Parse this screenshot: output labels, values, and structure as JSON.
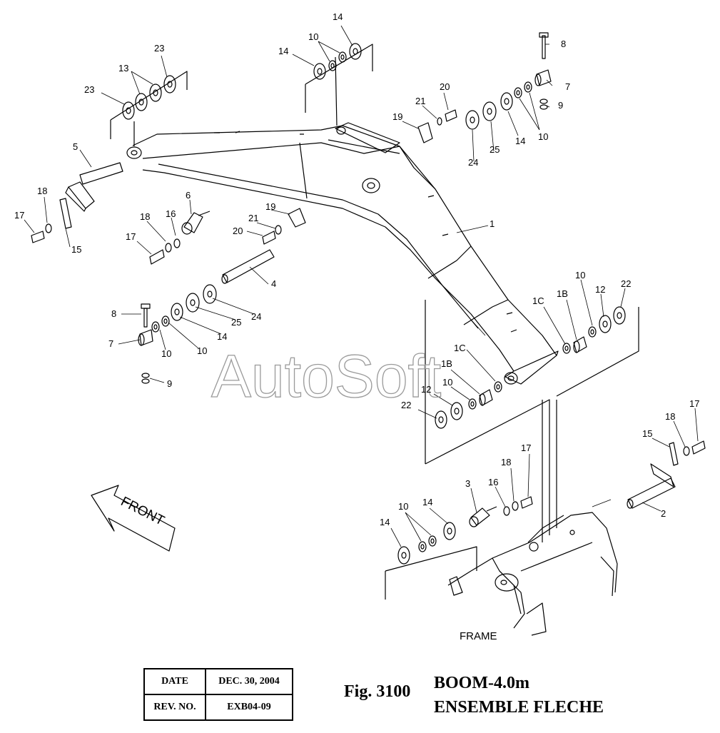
{
  "diagram": {
    "watermark": "AutoSoft",
    "front_label": "FRONT",
    "frame_label": "FRAME",
    "callouts": [
      "14",
      "10",
      "14",
      "23",
      "13",
      "23",
      "8",
      "7",
      "9",
      "20",
      "21",
      "19",
      "24",
      "25",
      "14",
      "10",
      "5",
      "18",
      "17",
      "15",
      "6",
      "18",
      "16",
      "17",
      "21",
      "19",
      "20",
      "1",
      "4",
      "8",
      "7",
      "10",
      "10",
      "14",
      "25",
      "24",
      "9",
      "10",
      "1C",
      "1B",
      "12",
      "22",
      "1C",
      "1B",
      "10",
      "12",
      "22",
      "17",
      "18",
      "15",
      "3",
      "16",
      "18",
      "17",
      "2",
      "10",
      "14",
      "14"
    ]
  },
  "info": {
    "date_label": "DATE",
    "date_value": "DEC. 30, 2004",
    "rev_label": "REV. NO.",
    "rev_value": "EXB04-09"
  },
  "figure": {
    "number": "Fig. 3100",
    "title_line1": "BOOM-4.0m",
    "title_line2": "ENSEMBLE FLECHE"
  }
}
